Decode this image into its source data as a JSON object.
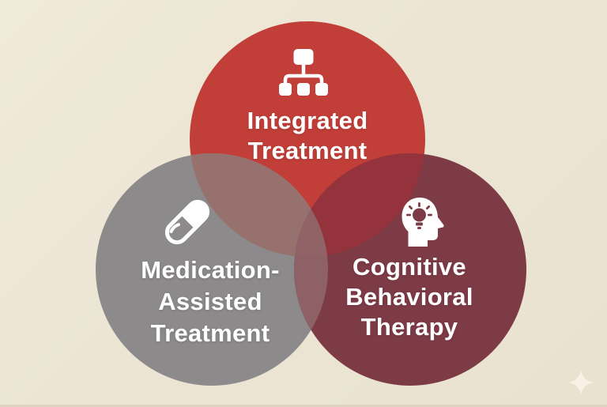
{
  "canvas": {
    "background_color": "#ECE5D4",
    "bottom_edge_color": "#DCD4C0"
  },
  "sparkle": {
    "icon": "four-point-star",
    "color": "#F8F2E6"
  },
  "venn": {
    "type": "venn-diagram",
    "circles": [
      {
        "id": "integrated-treatment",
        "label": "Integrated Treatment",
        "lines": [
          "Integrated",
          "Treatment"
        ],
        "color": "#C23E38",
        "icon": "org-chart-icon",
        "icon_color": "#FFFFFF",
        "text_color": "#FFFFFF"
      },
      {
        "id": "medication-assisted-treatment",
        "label": "Medication-Assisted Treatment",
        "lines": [
          "Medication-",
          "Assisted",
          "Treatment"
        ],
        "color": "#8C8A8B",
        "icon": "pill-icon",
        "icon_color": "#FFFFFF",
        "text_color": "#FFFFFF"
      },
      {
        "id": "cognitive-behavioral-therapy",
        "label": "Cognitive Behavioral Therapy",
        "lines": [
          "Cognitive",
          "Behavioral",
          "Therapy"
        ],
        "color": "#7D3B46",
        "icon": "head-lightbulb-icon",
        "icon_color": "#FFFFFF",
        "text_color": "#FFFFFF"
      }
    ],
    "overlaps": {
      "integrated_medication": "#97716E",
      "integrated_cognitive": "#94333B",
      "medication_cognitive": "#8D6165",
      "center": "#906466"
    }
  }
}
